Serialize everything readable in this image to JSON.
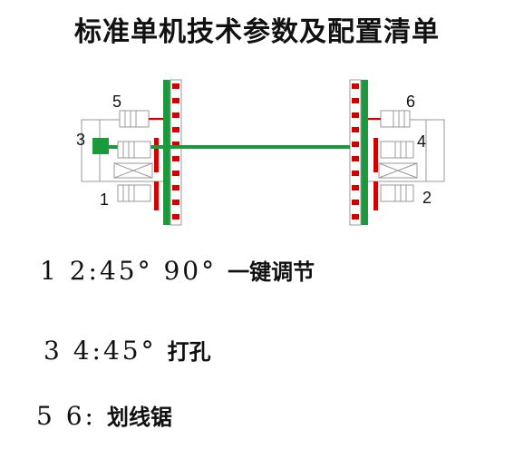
{
  "title": "标准单机技术参数及配置清单",
  "diagram": {
    "labels": [
      "5",
      "6",
      "3",
      "4",
      "1",
      "2"
    ],
    "colors": {
      "green": "#1a9a3c",
      "red": "#d40000",
      "gray": "#999999"
    }
  },
  "specs": [
    {
      "value": "1 2:45° 90°",
      "text": "一键调节"
    },
    {
      "value": "3 4:45°",
      "text": "打孔"
    },
    {
      "value": "5 6:",
      "text": "划线锯"
    }
  ]
}
